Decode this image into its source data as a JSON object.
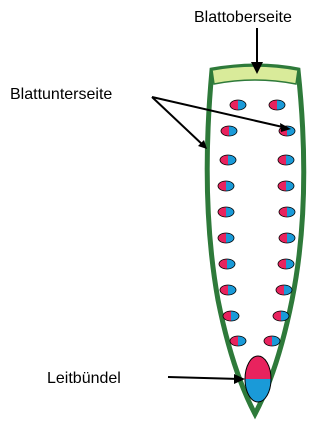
{
  "labels": {
    "top": "Blattoberseite",
    "bottom_side": "Blattunterseite",
    "bundle": "Leitbündel"
  },
  "colors": {
    "leaf_outline": "#2e7a3a",
    "leaf_fill": "#ffffff",
    "upper_surface": "#d9eb9a",
    "stoma_red": "#e8235e",
    "stoma_blue": "#1a9ad8",
    "stroke": "#000000"
  }
}
